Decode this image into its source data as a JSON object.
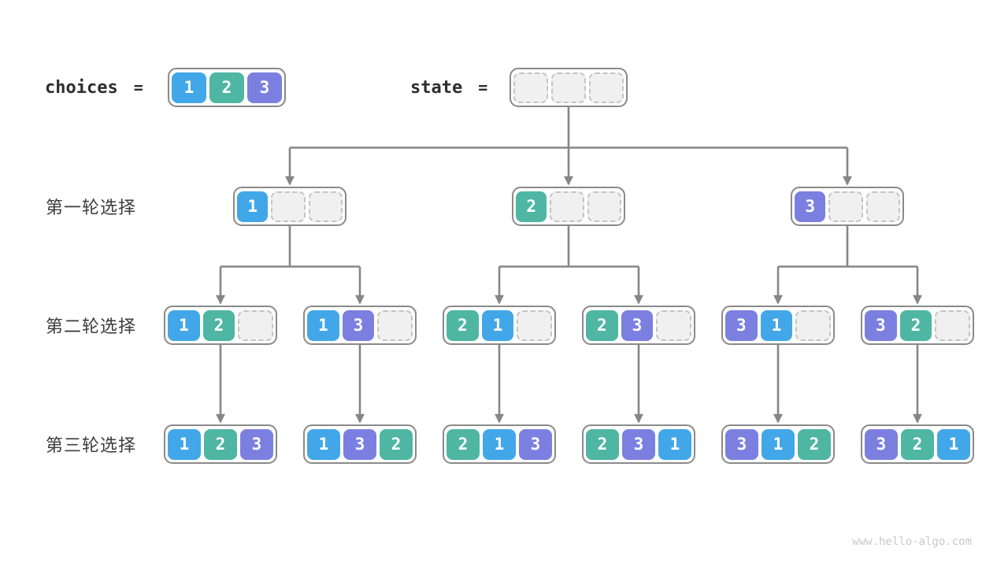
{
  "palette": {
    "cell_colors": {
      "1": "#42a7e8",
      "2": "#4eb6a3",
      "3": "#7b80e0"
    },
    "line_color": "#868686",
    "empty_fill": "#f0f0f0",
    "empty_border": "#c4c4c4"
  },
  "header": {
    "choices_label": "choices",
    "equals_sign": "=",
    "choices_cells": [
      "1",
      "2",
      "3"
    ],
    "state_label": "state",
    "state_cells": [
      "",
      "",
      ""
    ]
  },
  "rows": [
    {
      "label": "第一轮选择",
      "nodes": [
        {
          "id": "n1",
          "cells": [
            "1",
            "",
            ""
          ]
        },
        {
          "id": "n2",
          "cells": [
            "2",
            "",
            ""
          ]
        },
        {
          "id": "n3",
          "cells": [
            "3",
            "",
            ""
          ]
        }
      ]
    },
    {
      "label": "第二轮选择",
      "nodes": [
        {
          "id": "n12",
          "cells": [
            "1",
            "2",
            ""
          ]
        },
        {
          "id": "n13",
          "cells": [
            "1",
            "3",
            ""
          ]
        },
        {
          "id": "n21",
          "cells": [
            "2",
            "1",
            ""
          ]
        },
        {
          "id": "n23",
          "cells": [
            "2",
            "3",
            ""
          ]
        },
        {
          "id": "n31",
          "cells": [
            "3",
            "1",
            ""
          ]
        },
        {
          "id": "n32",
          "cells": [
            "3",
            "2",
            ""
          ]
        }
      ]
    },
    {
      "label": "第三轮选择",
      "nodes": [
        {
          "id": "n123",
          "cells": [
            "1",
            "2",
            "3"
          ]
        },
        {
          "id": "n132",
          "cells": [
            "1",
            "3",
            "2"
          ]
        },
        {
          "id": "n213",
          "cells": [
            "2",
            "1",
            "3"
          ]
        },
        {
          "id": "n231",
          "cells": [
            "2",
            "3",
            "1"
          ]
        },
        {
          "id": "n312",
          "cells": [
            "3",
            "1",
            "2"
          ]
        },
        {
          "id": "n321",
          "cells": [
            "3",
            "2",
            "1"
          ]
        }
      ]
    }
  ],
  "edges": [
    [
      "root",
      "n1"
    ],
    [
      "root",
      "n2"
    ],
    [
      "root",
      "n3"
    ],
    [
      "n1",
      "n12"
    ],
    [
      "n1",
      "n13"
    ],
    [
      "n2",
      "n21"
    ],
    [
      "n2",
      "n23"
    ],
    [
      "n3",
      "n31"
    ],
    [
      "n3",
      "n32"
    ],
    [
      "n12",
      "n123"
    ],
    [
      "n13",
      "n132"
    ],
    [
      "n21",
      "n213"
    ],
    [
      "n23",
      "n231"
    ],
    [
      "n31",
      "n312"
    ],
    [
      "n32",
      "n321"
    ]
  ],
  "footer": {
    "watermark": "www.hello-algo.com"
  }
}
